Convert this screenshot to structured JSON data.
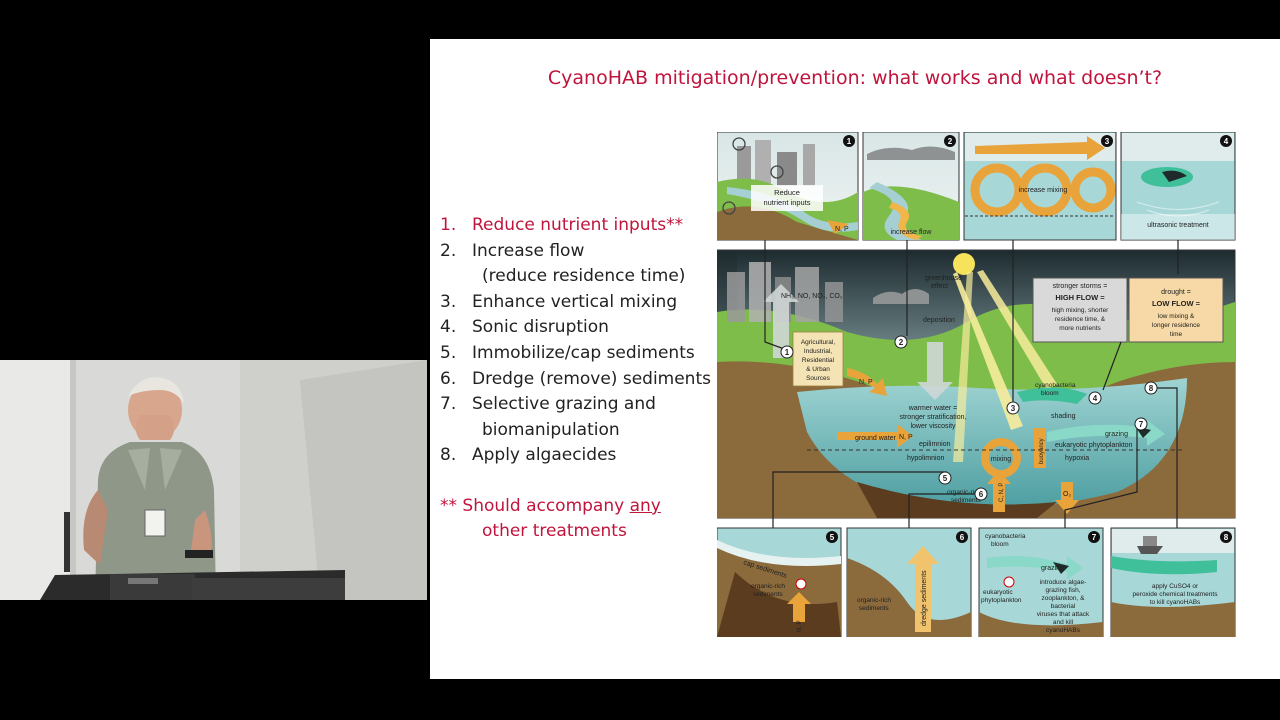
{
  "slide": {
    "title": "CyanoHAB mitigation/prevention: what works and what doesn’t?",
    "items": [
      {
        "num": "1.",
        "text": "Reduce nutrient inputs**"
      },
      {
        "num": "2.",
        "text": "Increase flow",
        "cont": "(reduce residence time)"
      },
      {
        "num": "3.",
        "text": "Enhance vertical mixing"
      },
      {
        "num": "4.",
        "text": "Sonic disruption"
      },
      {
        "num": "5.",
        "text": "Immobilize/cap sediments"
      },
      {
        "num": "6.",
        "text": "Dredge (remove) sediments"
      },
      {
        "num": "7.",
        "text": "Selective grazing and",
        "cont": "biomanipulation"
      },
      {
        "num": "8.",
        "text": "Apply algaecides"
      }
    ],
    "note": {
      "pre": "** Should accompany ",
      "u": "any",
      "post": " other treatments"
    }
  },
  "diagram": {
    "panel_nums": [
      "1",
      "2",
      "3",
      "4",
      "5",
      "6",
      "7",
      "8"
    ],
    "top": {
      "p1": {
        "l1": "Reduce",
        "l2": "nutrient inputs",
        "np": "N, P"
      },
      "p2": "increase flow",
      "p3": "increase mixing",
      "p4": "ultrasonic treatment"
    },
    "main": {
      "gases": "NH₃, NO, NO₂, CO₂",
      "greenhouse": [
        "greenhouse",
        "effect"
      ],
      "deposition": "deposition",
      "sources": [
        "Agricultural,",
        "Industrial,",
        "Residential",
        "& Urban",
        "Sources"
      ],
      "np": "N, P",
      "storm": [
        "stronger storms =",
        "HIGH FLOW =",
        "high mixing, shorter",
        "residence time, &",
        "more nutrients"
      ],
      "drought": [
        "drought =",
        "LOW FLOW =",
        "low mixing &",
        "longer residence",
        "time"
      ],
      "warmer": [
        "warmer water =",
        "stronger stratification,",
        "lower viscosity"
      ],
      "cyano": [
        "cyanobacteria",
        "bloom"
      ],
      "shading": "shading",
      "grazing": "grazing",
      "mixing": "mixing",
      "buoyancy": "buoyancy",
      "eukaryotic": "eukaryotic phytoplankton",
      "groundwater": "ground water",
      "epilimnion": "epilimnion",
      "hypolimnion": "hypolimnion",
      "hypoxia": "hypoxia",
      "organic": [
        "organic-rich",
        "sediments"
      ],
      "cnp": "C, N, P",
      "o2": "O₂"
    },
    "bottom": {
      "p5": {
        "cap": "cap sediments",
        "org": [
          "organic-rich",
          "sediments"
        ],
        "np": "N, P"
      },
      "p6": {
        "org": [
          "organic-rich",
          "sediments"
        ],
        "dredge": "dredge sediments"
      },
      "p7": {
        "cyano": [
          "cyanobacteria",
          "bloom"
        ],
        "grazing": "grazing",
        "euk": [
          "eukaryotic",
          "phytoplankton"
        ],
        "intro": [
          "introduce algae-",
          "grazing fish,",
          "zooplankton, &",
          "bacterial",
          "viruses that attack",
          "and kill",
          "cyanoHABs"
        ]
      },
      "p8": {
        "apply": [
          "apply CuSO4 or",
          "peroxide chemical treatments",
          "to kill cyanoHABs"
        ]
      }
    }
  }
}
